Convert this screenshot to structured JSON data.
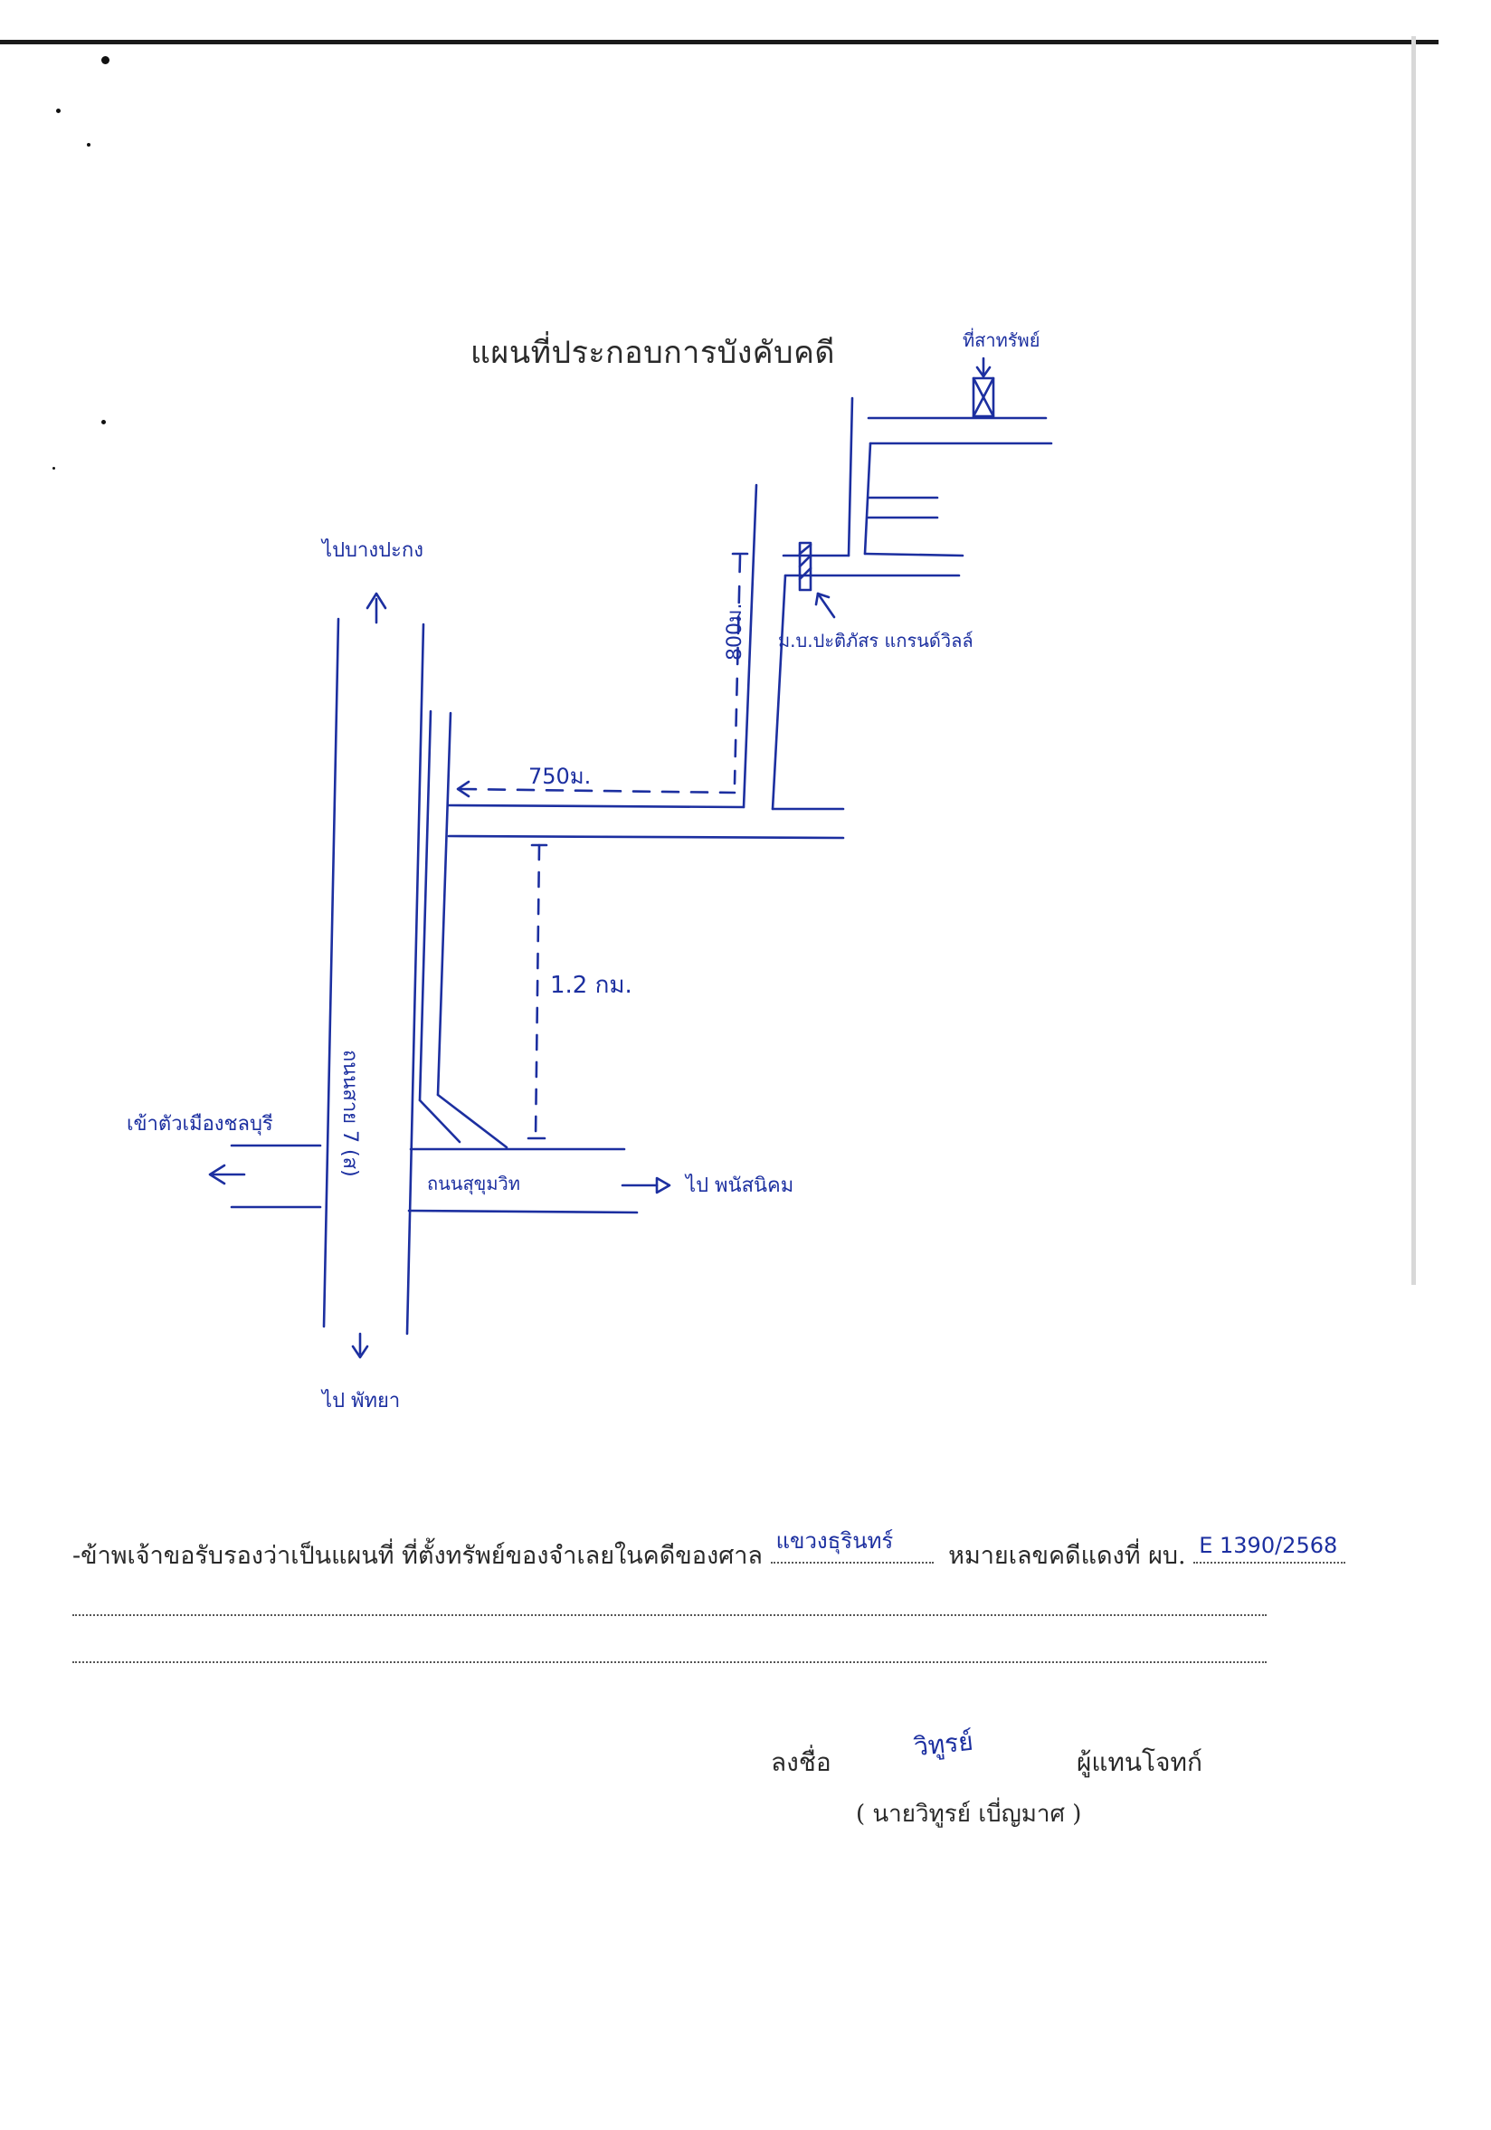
{
  "document": {
    "title": "แผนที่ประกอบการบังคับคดี"
  },
  "map": {
    "labels": {
      "target_property": "ที่สาทรัพย์",
      "village": "ม.บ.ปะติภัสร แกรนด์วิลล์",
      "to_top": "ไปบางปะกง",
      "highway": "ถนนสาย 7 (ส)",
      "to_city": "เข้าตัวเมืองชลบุรี",
      "sukhumvit_road": "ถนนสุขุมวิท",
      "to_panat": "ไป พนัสนิคม",
      "to_pattaya": "ไป พัทยา"
    },
    "distances": {
      "vertical_lower": "1.2 กม.",
      "horizontal": "750ม.",
      "vertical_upper": "800ม."
    }
  },
  "certification": {
    "prefix": "-ข้าพเจ้าขอรับรองว่าเป็นแผนที่ ที่ตั้งทรัพย์ของจำเลยในคดีของศาล",
    "court_name": "แขวงธุรินทร์",
    "case_label": "หมายเลขคดีแดงที่ ผบ.",
    "case_number": "E 1390/2568"
  },
  "signature": {
    "sign_label": "ลงชื่อ",
    "signature_text": "วิทูรย์",
    "role": "ผู้แทนโจทก์",
    "printed_name": "( นายวิทูรย์ เบี่ญมาศ )"
  }
}
